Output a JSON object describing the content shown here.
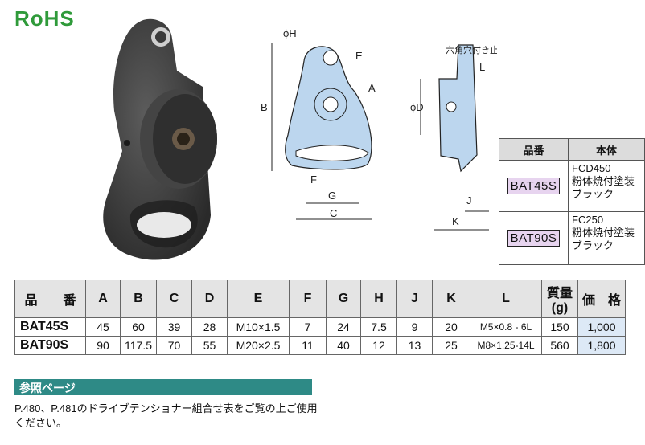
{
  "logo": "RoHS",
  "drawing_labels": {
    "phiH": "ϕH",
    "E": "E",
    "A": "A",
    "B": "B",
    "F": "F",
    "G": "G",
    "C": "C",
    "phiD": "ϕD",
    "J": "J",
    "K": "K",
    "L": "L",
    "screw_note": "六角穴付き止めネジ"
  },
  "material_table": {
    "headers": [
      "品番",
      "本体"
    ],
    "rows": [
      {
        "part": "BAT45S",
        "material": [
          "FCD450",
          "粉体焼付塗装",
          "ブラック"
        ]
      },
      {
        "part": "BAT90S",
        "material": [
          "FC250",
          "粉体焼付塗装",
          "ブラック"
        ]
      }
    ]
  },
  "spec_table": {
    "headers": [
      "品　　番",
      "A",
      "B",
      "C",
      "D",
      "E",
      "F",
      "G",
      "H",
      "J",
      "K",
      "L",
      "質量 (g)",
      "価　格"
    ],
    "rows": [
      [
        "BAT45S",
        "45",
        "60",
        "39",
        "28",
        "M10×1.5",
        "7",
        "24",
        "7.5",
        "9",
        "20",
        "M5×0.8 - 6L",
        "150",
        "1,000"
      ],
      [
        "BAT90S",
        "90",
        "117.5",
        "70",
        "55",
        "M20×2.5",
        "11",
        "40",
        "12",
        "13",
        "25",
        "M8×1.25-14L",
        "560",
        "1,800"
      ]
    ]
  },
  "reference": {
    "title": "参照ページ",
    "text": "P.480、P.481のドライブテンショナー組合せ表をご覧の上ご使用ください。"
  }
}
